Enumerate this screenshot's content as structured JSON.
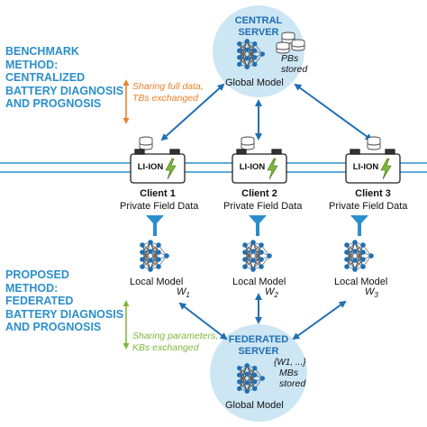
{
  "benchmark": {
    "method_lines": [
      "BENCHMARK",
      "METHOD:",
      "CENTRALIZED",
      "BATTERY DIAGNOSIS",
      "AND PROGNOSIS"
    ],
    "note_lines": [
      "Sharing full data,",
      "TBs exchanged"
    ]
  },
  "proposed": {
    "method_lines": [
      "PROPOSED",
      "METHOD:",
      "FEDERATED",
      "BATTERY DIAGNOSIS",
      "AND PROGNOSIS"
    ],
    "note_lines": [
      "Sharing parameters,",
      "KBs exchanged"
    ]
  },
  "central_server": {
    "title_lines": [
      "CENTRAL",
      "SERVER"
    ],
    "storage_lines": [
      "PBs",
      "stored"
    ],
    "model_label": "Global Model"
  },
  "federated_server": {
    "title_lines": [
      "FEDERATED",
      "SERVER"
    ],
    "weights_label": "{W1, ...}",
    "storage_lines": [
      "MBs",
      "stored"
    ],
    "model_label": "Global Model"
  },
  "clients": [
    {
      "name": "Client 1",
      "data_label": "Private Field Data",
      "battery_label": "LI-ION",
      "model_label": "Local Model",
      "weight_label": "W",
      "weight_sub": "1"
    },
    {
      "name": "Client 2",
      "data_label": "Private Field Data",
      "battery_label": "LI-ION",
      "model_label": "Local Model",
      "weight_label": "W",
      "weight_sub": "2"
    },
    {
      "name": "Client 3",
      "data_label": "Private Field Data",
      "battery_label": "LI-ION",
      "model_label": "Local Model",
      "weight_label": "W",
      "weight_sub": "3"
    }
  ],
  "colors": {
    "accent": "#2b8fcc",
    "server_fill": "#cde6f4",
    "arrow": "#1f6fb3",
    "orange": "#e9832a",
    "green": "#7fb83a",
    "node": "#1f6fb3"
  }
}
